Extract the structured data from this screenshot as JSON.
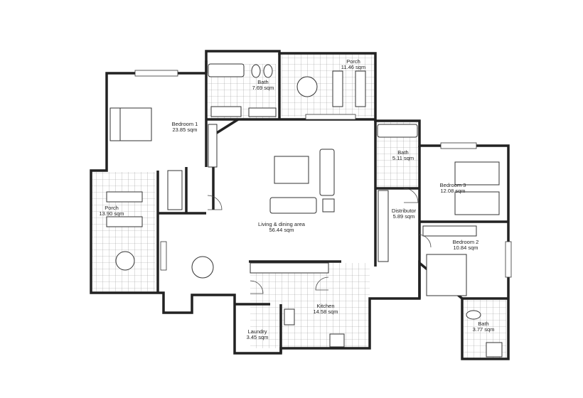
{
  "plan": {
    "rooms": [
      {
        "name": "Porch",
        "area": "11.46 sqm"
      },
      {
        "name": "Bath",
        "area": "7.69 sqm"
      },
      {
        "name": "Bedroom 1",
        "area": "23.85 sqm"
      },
      {
        "name": "Bath",
        "area": "5.11 sqm"
      },
      {
        "name": "Bedroom 3",
        "area": "12.08 sqm"
      },
      {
        "name": "Porch",
        "area": "13.90 sqm"
      },
      {
        "name": "Distributor",
        "area": "5.89 sqm"
      },
      {
        "name": "Living & dining area",
        "area": "56.44 sqm"
      },
      {
        "name": "Bedroom 2",
        "area": "10.84 sqm"
      },
      {
        "name": "Kitchen",
        "area": "14.58 sqm"
      },
      {
        "name": "Laundry",
        "area": "3.45 sqm"
      },
      {
        "name": "Bath",
        "area": "3.77 sqm"
      }
    ]
  }
}
